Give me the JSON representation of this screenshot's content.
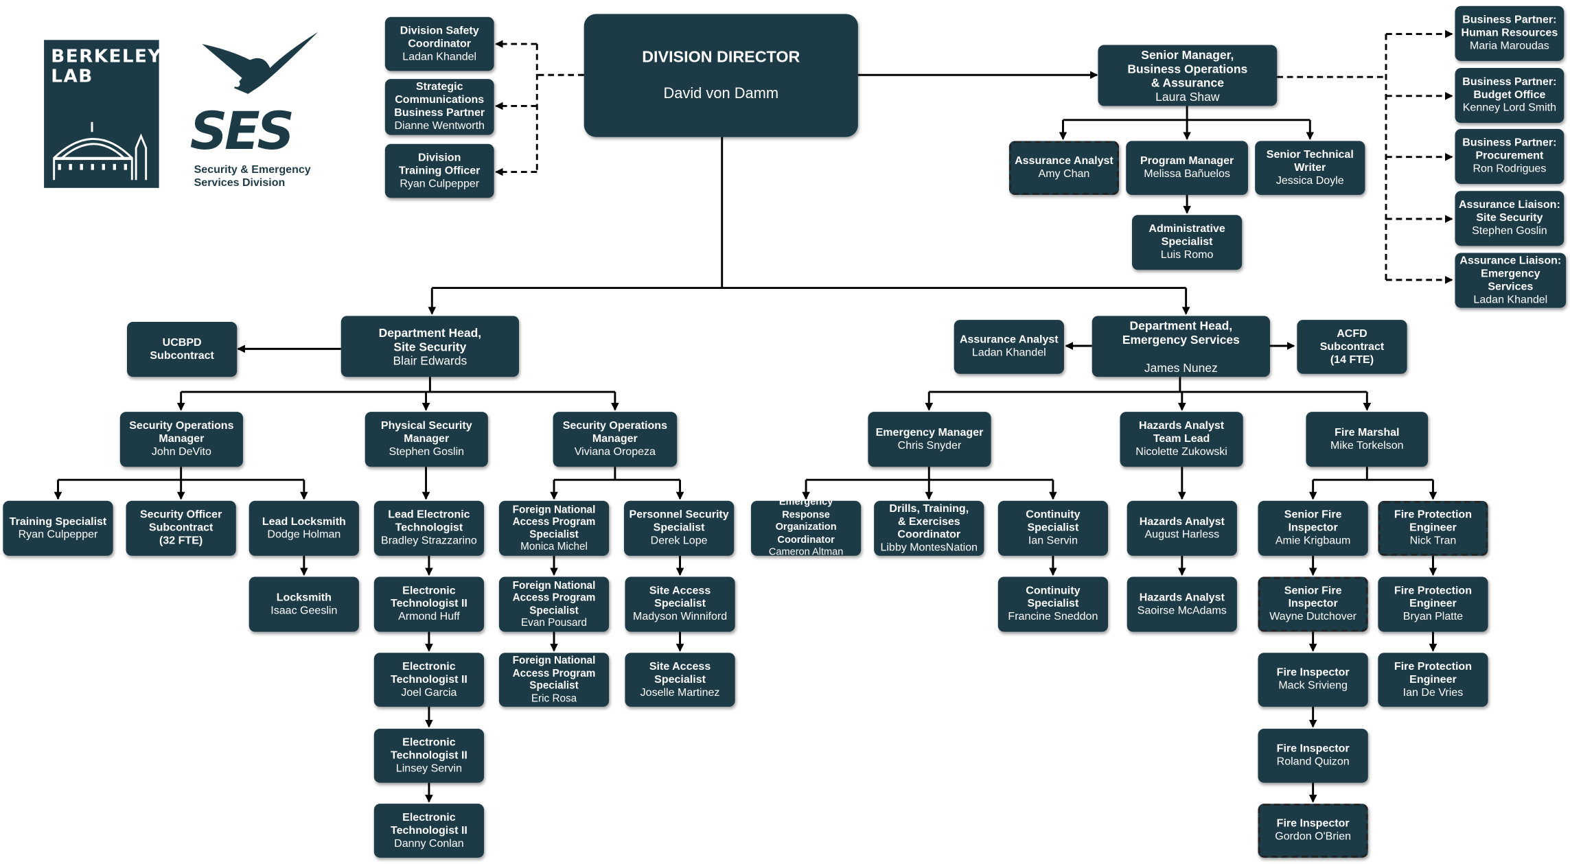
{
  "logos": {
    "berkeley_lab": "BERKELEY\nLAB",
    "ses": "SES",
    "ses_subtitle": "Security & Emergency\nServices Division"
  },
  "colors": {
    "box_fill": "#1d3a47",
    "text": "#ffffff",
    "connector": "#000000"
  },
  "nodes": {
    "director": {
      "title": "DIVISION DIRECTOR",
      "name": "David von Damm"
    },
    "safety_coord": {
      "title": "Division Safety\nCoordinator",
      "name": "Ladan Khandel"
    },
    "strategic_comms": {
      "title": "Strategic\nCommunications\nBusiness Partner",
      "name": "Dianne Wentworth"
    },
    "training_officer": {
      "title": "Division\nTraining Officer",
      "name": "Ryan Culpepper"
    },
    "senior_manager": {
      "title": "Senior Manager,\nBusiness Operations\n& Assurance",
      "name": "Laura Shaw"
    },
    "bp_hr": {
      "title": "Business Partner:\nHuman Resources",
      "name": "Maria Maroudas"
    },
    "bp_budget": {
      "title": "Business Partner:\nBudget Office",
      "name": "Kenney Lord Smith"
    },
    "bp_procurement": {
      "title": "Business Partner:\nProcurement",
      "name": "Ron Rodrigues"
    },
    "liaison_site": {
      "title": "Assurance Liaison:\nSite Security",
      "name": "Stephen Goslin"
    },
    "liaison_emergency": {
      "title": "Assurance Liaison:\nEmergency Services",
      "name": "Ladan Khandel"
    },
    "assurance_analyst_amy": {
      "title": "Assurance Analyst",
      "name": "Amy Chan"
    },
    "program_manager": {
      "title": "Program Manager",
      "name": "Melissa Bañuelos"
    },
    "tech_writer": {
      "title": "Senior Technical\nWriter",
      "name": "Jessica Doyle"
    },
    "admin_specialist": {
      "title": "Administrative\nSpecialist",
      "name": "Luis Romo"
    },
    "dh_site": {
      "title": "Department Head,\nSite Security",
      "name": "Blair Edwards"
    },
    "ucbpd": {
      "title": "UCBPD Subcontract",
      "name": ""
    },
    "dh_emergency": {
      "title": "Department Head,\nEmergency Services",
      "name": "James Nunez"
    },
    "assurance_analyst_ladan": {
      "title": "Assurance Analyst",
      "name": "Ladan Khandel"
    },
    "acfd": {
      "title": "ACFD\nSubcontract\n(14 FTE)",
      "name": ""
    },
    "secops_john": {
      "title": "Security Operations\nManager",
      "name": "John DeVito"
    },
    "physsec": {
      "title": "Physical Security\nManager",
      "name": "Stephen Goslin"
    },
    "secops_viviana": {
      "title": "Security Operations\nManager",
      "name": "Viviana Oropeza"
    },
    "training_specialist": {
      "title": "Training Specialist",
      "name": "Ryan Culpepper"
    },
    "so_subcontract": {
      "title": "Security Officer\nSubcontract\n(32 FTE)",
      "name": ""
    },
    "lead_locksmith": {
      "title": "Lead Locksmith",
      "name": "Dodge Holman"
    },
    "locksmith": {
      "title": "Locksmith",
      "name": "Isaac Geeslin"
    },
    "lead_et": {
      "title": "Lead Electronic\nTechnologist",
      "name": "Bradley Strazzarino"
    },
    "et_armond": {
      "title": "Electronic\nTechnologist II",
      "name": "Armond Huff"
    },
    "et_joel": {
      "title": "Electronic\nTechnologist II",
      "name": "Joel Garcia"
    },
    "et_linsey": {
      "title": "Electronic\nTechnologist II",
      "name": "Linsey Servin"
    },
    "et_danny": {
      "title": "Electronic\nTechnologist II",
      "name": "Danny Conlan"
    },
    "fn_monica": {
      "title": "Foreign National\nAccess Program\nSpecialist",
      "name": "Monica Michel"
    },
    "fn_evan": {
      "title": "Foreign National\nAccess Program\nSpecialist",
      "name": "Evan Pousard"
    },
    "fn_eric": {
      "title": "Foreign National\nAccess Program\nSpecialist",
      "name": "Eric Rosa"
    },
    "pss": {
      "title": "Personnel Security\nSpecialist",
      "name": "Derek Lope"
    },
    "sas_madyson": {
      "title": "Site Access\nSpecialist",
      "name": "Madyson Winniford"
    },
    "sas_joselle": {
      "title": "Site Access\nSpecialist",
      "name": "Joselle Martinez"
    },
    "em_manager": {
      "title": "Emergency Manager",
      "name": "Chris Snyder"
    },
    "hazards_lead": {
      "title": "Hazards Analyst\nTeam Lead",
      "name": "Nicolette Zukowski"
    },
    "fire_marshal": {
      "title": "Fire Marshal",
      "name": "Mike Torkelson"
    },
    "ero": {
      "title": "Emergency Response\nOrganization\nCoordinator",
      "name": "Cameron Altman"
    },
    "dte": {
      "title": "Drills, Training,\n& Exercises\nCoordinator",
      "name": "Libby MontesNation"
    },
    "cont_ian": {
      "title": "Continuity\nSpecialist",
      "name": "Ian Servin"
    },
    "cont_francine": {
      "title": "Continuity\nSpecialist",
      "name": "Francine Sneddon"
    },
    "ha_august": {
      "title": "Hazards Analyst",
      "name": "August Harless"
    },
    "ha_saoirse": {
      "title": "Hazards Analyst",
      "name": "Saoirse McAdams"
    },
    "sfi_amie": {
      "title": "Senior Fire\nInspector",
      "name": "Amie Krigbaum"
    },
    "sfi_wayne": {
      "title": "Senior Fire\nInspector",
      "name": "Wayne Dutchover"
    },
    "fi_mack": {
      "title": "Fire Inspector",
      "name": "Mack Srivieng"
    },
    "fi_roland": {
      "title": "Fire Inspector",
      "name": "Roland Quizon"
    },
    "fi_gordon": {
      "title": "Fire Inspector",
      "name": "Gordon O'Brien"
    },
    "fpe_nick": {
      "title": "Fire Protection\nEngineer",
      "name": "Nick Tran"
    },
    "fpe_bryan": {
      "title": "Fire Protection\nEngineer",
      "name": "Bryan Platte"
    },
    "fpe_ian": {
      "title": "Fire Protection\nEngineer",
      "name": "Ian De Vries"
    }
  }
}
